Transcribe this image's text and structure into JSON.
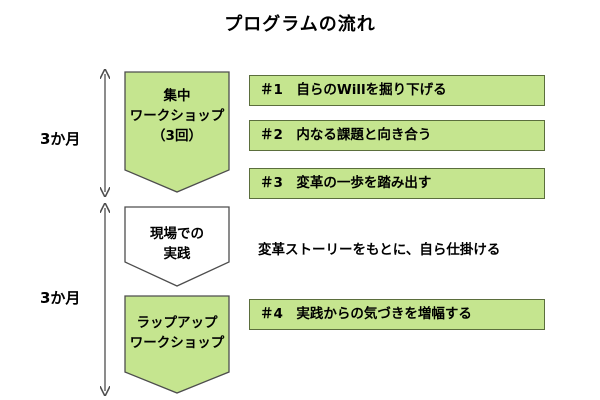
{
  "title": "プログラムの流れ",
  "colors": {
    "green": "#c5e58f",
    "stroke": "#4d4d4d",
    "white": "#ffffff"
  },
  "periods": [
    "3か月",
    "3か月"
  ],
  "stages": [
    {
      "lines": [
        "集中",
        "ワークショップ",
        "（3回）"
      ]
    },
    {
      "lines": [
        "現場での",
        "実践"
      ]
    },
    {
      "lines": [
        "ラップアップ",
        "ワークショップ"
      ]
    }
  ],
  "steps": [
    "＃1　自らのWillを掘り下げる",
    "＃2　内なる課題と向き合う",
    "＃3　変革の一歩を踏み出す",
    "＃4　実践からの気づきを増幅する"
  ],
  "practice_text": "変革ストーリーをもとに、自ら仕掛ける"
}
